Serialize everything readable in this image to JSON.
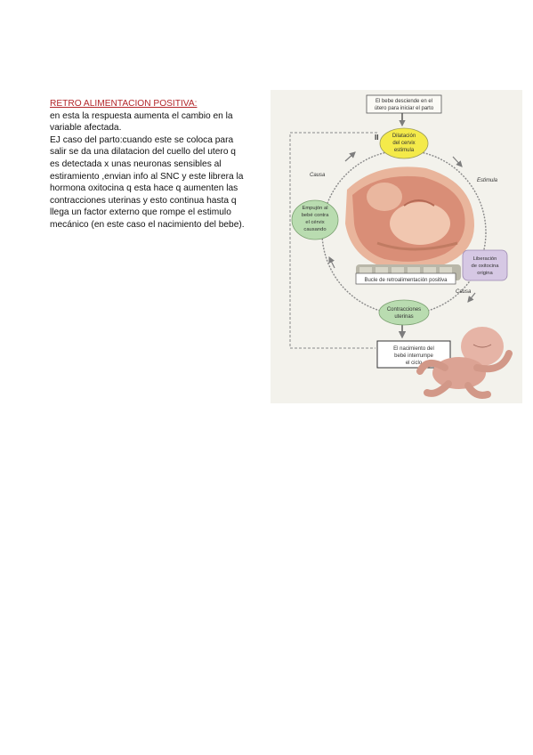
{
  "heading": "RETRO ALIMENTACION POSITIVA:",
  "body_lines": [
    "en esta la respuesta aumenta el cambio en la",
    "variable afectada.",
    "EJ caso del parto:cuando este se coloca para",
    "salir se da una dilatacion del cuello del utero q",
    "es detectada x unas neuronas sensibles al",
    "estiramiento ,envian info al SNC y este librera la",
    "hormona oxitocina  q esta hace q aumenten las",
    "contracciones uterinas  y esto continua hasta q",
    "llega un factor externo que rompe el estimulo",
    "mecánico (en este caso el nacimiento del bebe)."
  ],
  "figure": {
    "top_box": [
      "El bebe desciende en el",
      "útero para iniciar el parto"
    ],
    "dilation": [
      "Dilatación",
      "del cervix",
      "estimula"
    ],
    "push": [
      "Empujón al",
      "bebé contra",
      "el cérvix",
      "causando"
    ],
    "release": [
      "Liberación",
      "de oxitocina",
      "origina"
    ],
    "contractions": [
      "Contracciones",
      "uterinas"
    ],
    "loop_label": "Bucle de retroalimentación positiva",
    "birth": [
      "El nacimiento del",
      "bebé interrumpe",
      "el ciclo"
    ],
    "cause_left": "Causa",
    "stimulus_right": "Estimula",
    "cause_bottom": "Causa",
    "stop_mark": "II",
    "colors": {
      "dilation": "#f4ea4a",
      "green": "#b9dcb0",
      "lilac": "#d6c8e4",
      "arrow": "#7d7d7d"
    }
  }
}
